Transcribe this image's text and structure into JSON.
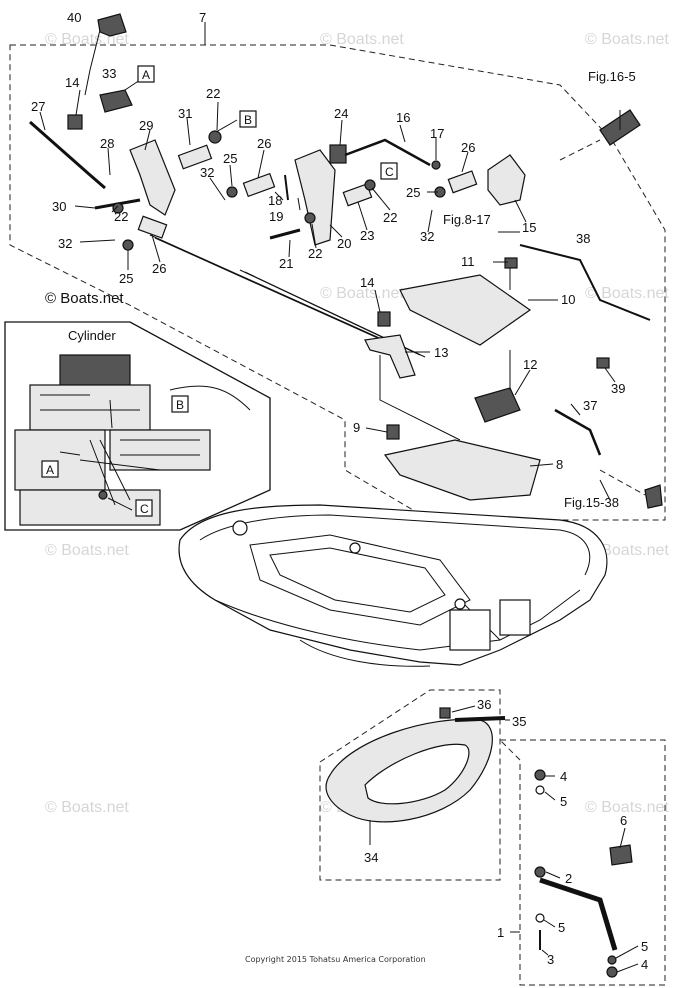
{
  "watermark": "© Boats.net",
  "copyright": "Copyright 2015 Tohatsu America Corporation",
  "inset_title": "Cylinder",
  "ref_boxes": {
    "a": "A",
    "b": "B",
    "c": "C"
  },
  "fig_refs": {
    "fig16_5": "Fig.16-5",
    "fig8_17": "Fig.8-17",
    "fig15_38": "Fig.15-38"
  },
  "labels": {
    "n1": "1",
    "n2": "2",
    "n3": "3",
    "n4a": "4",
    "n4b": "4",
    "n5a": "5",
    "n5b": "5",
    "n5c": "5",
    "n6": "6",
    "n7": "7",
    "n8": "8",
    "n9": "9",
    "n10": "10",
    "n11": "11",
    "n12": "12",
    "n13": "13",
    "n14a": "14",
    "n14b": "14",
    "n15": "15",
    "n16": "16",
    "n17": "17",
    "n18": "18",
    "n19": "19",
    "n20": "20",
    "n21": "21",
    "n22a": "22",
    "n22b": "22",
    "n22c": "22",
    "n22d": "22",
    "n23": "23",
    "n24": "24",
    "n25a": "25",
    "n25b": "25",
    "n25c": "25",
    "n26a": "26",
    "n26b": "26",
    "n26c": "26",
    "n27": "27",
    "n28": "28",
    "n29": "29",
    "n30": "30",
    "n31": "31",
    "n32a": "32",
    "n32b": "32",
    "n32c": "32",
    "n33": "33",
    "n34": "34",
    "n35": "35",
    "n36": "36",
    "n37": "37",
    "n38": "38",
    "n39": "39",
    "n40": "40"
  }
}
